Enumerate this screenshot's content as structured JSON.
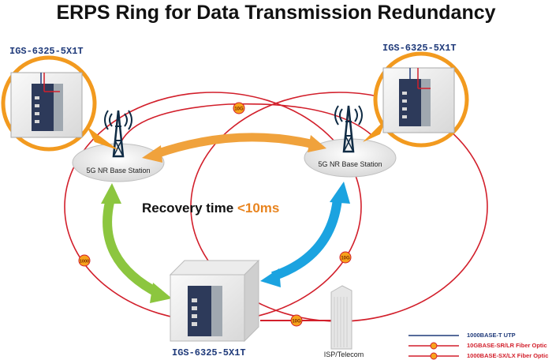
{
  "title": "ERPS Ring for Data Transmission Redundancy",
  "devices": {
    "top_left_label": "IGS-6325-5X1T",
    "top_right_label": "IGS-6325-5X1T",
    "bottom_label": "IGS-6325-5X1T"
  },
  "base_stations": {
    "left_label": "5G NR Base Station",
    "right_label": "5G NR Base Station"
  },
  "recovery": {
    "prefix": "Recovery time ",
    "value": "<10ms"
  },
  "link_badges": {
    "top": "10G",
    "left": "1000",
    "right": "10G",
    "bottom": "10G"
  },
  "isp_label": "ISP/Telecom",
  "legend": {
    "utp": "1000BASE-T UTP",
    "fiber_10g": "10GBASE-SR/LR Fiber Optic",
    "fiber_1g": "1000BASE-SX/LX Fiber Optic"
  },
  "colors": {
    "ring_red": "#d21f2b",
    "utp_blue": "#1f3a7a",
    "orange_arrow": "#f0a23c",
    "green_arrow": "#8cc63f",
    "blue_arrow": "#1ba3e0",
    "badge_fill": "#f7a21b"
  }
}
